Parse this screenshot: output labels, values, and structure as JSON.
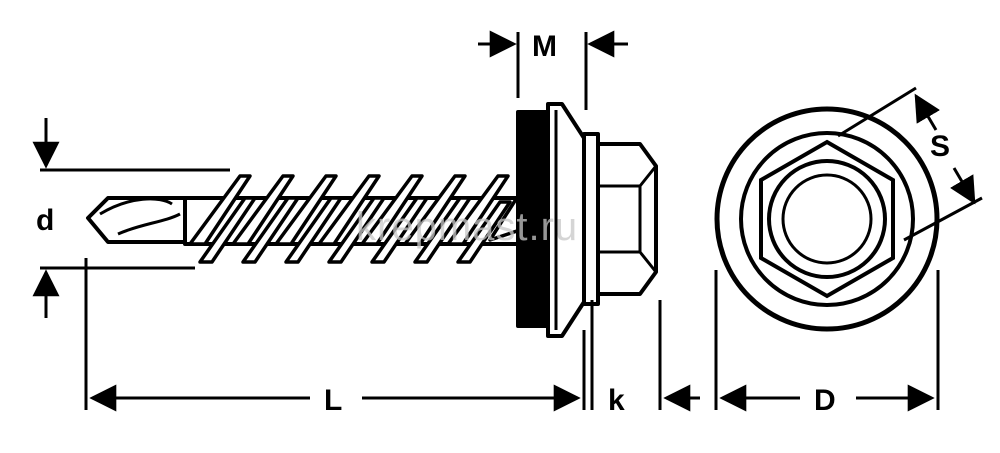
{
  "diagram": {
    "labels": {
      "d": "d",
      "M": "M",
      "S": "S",
      "L": "L",
      "k": "k",
      "D": "D"
    },
    "watermark": "krepmast.ru",
    "colors": {
      "ink": "#000000",
      "paper": "#ffffff",
      "washer_seal": "#000000",
      "watermark": "#c8c8c8"
    }
  }
}
